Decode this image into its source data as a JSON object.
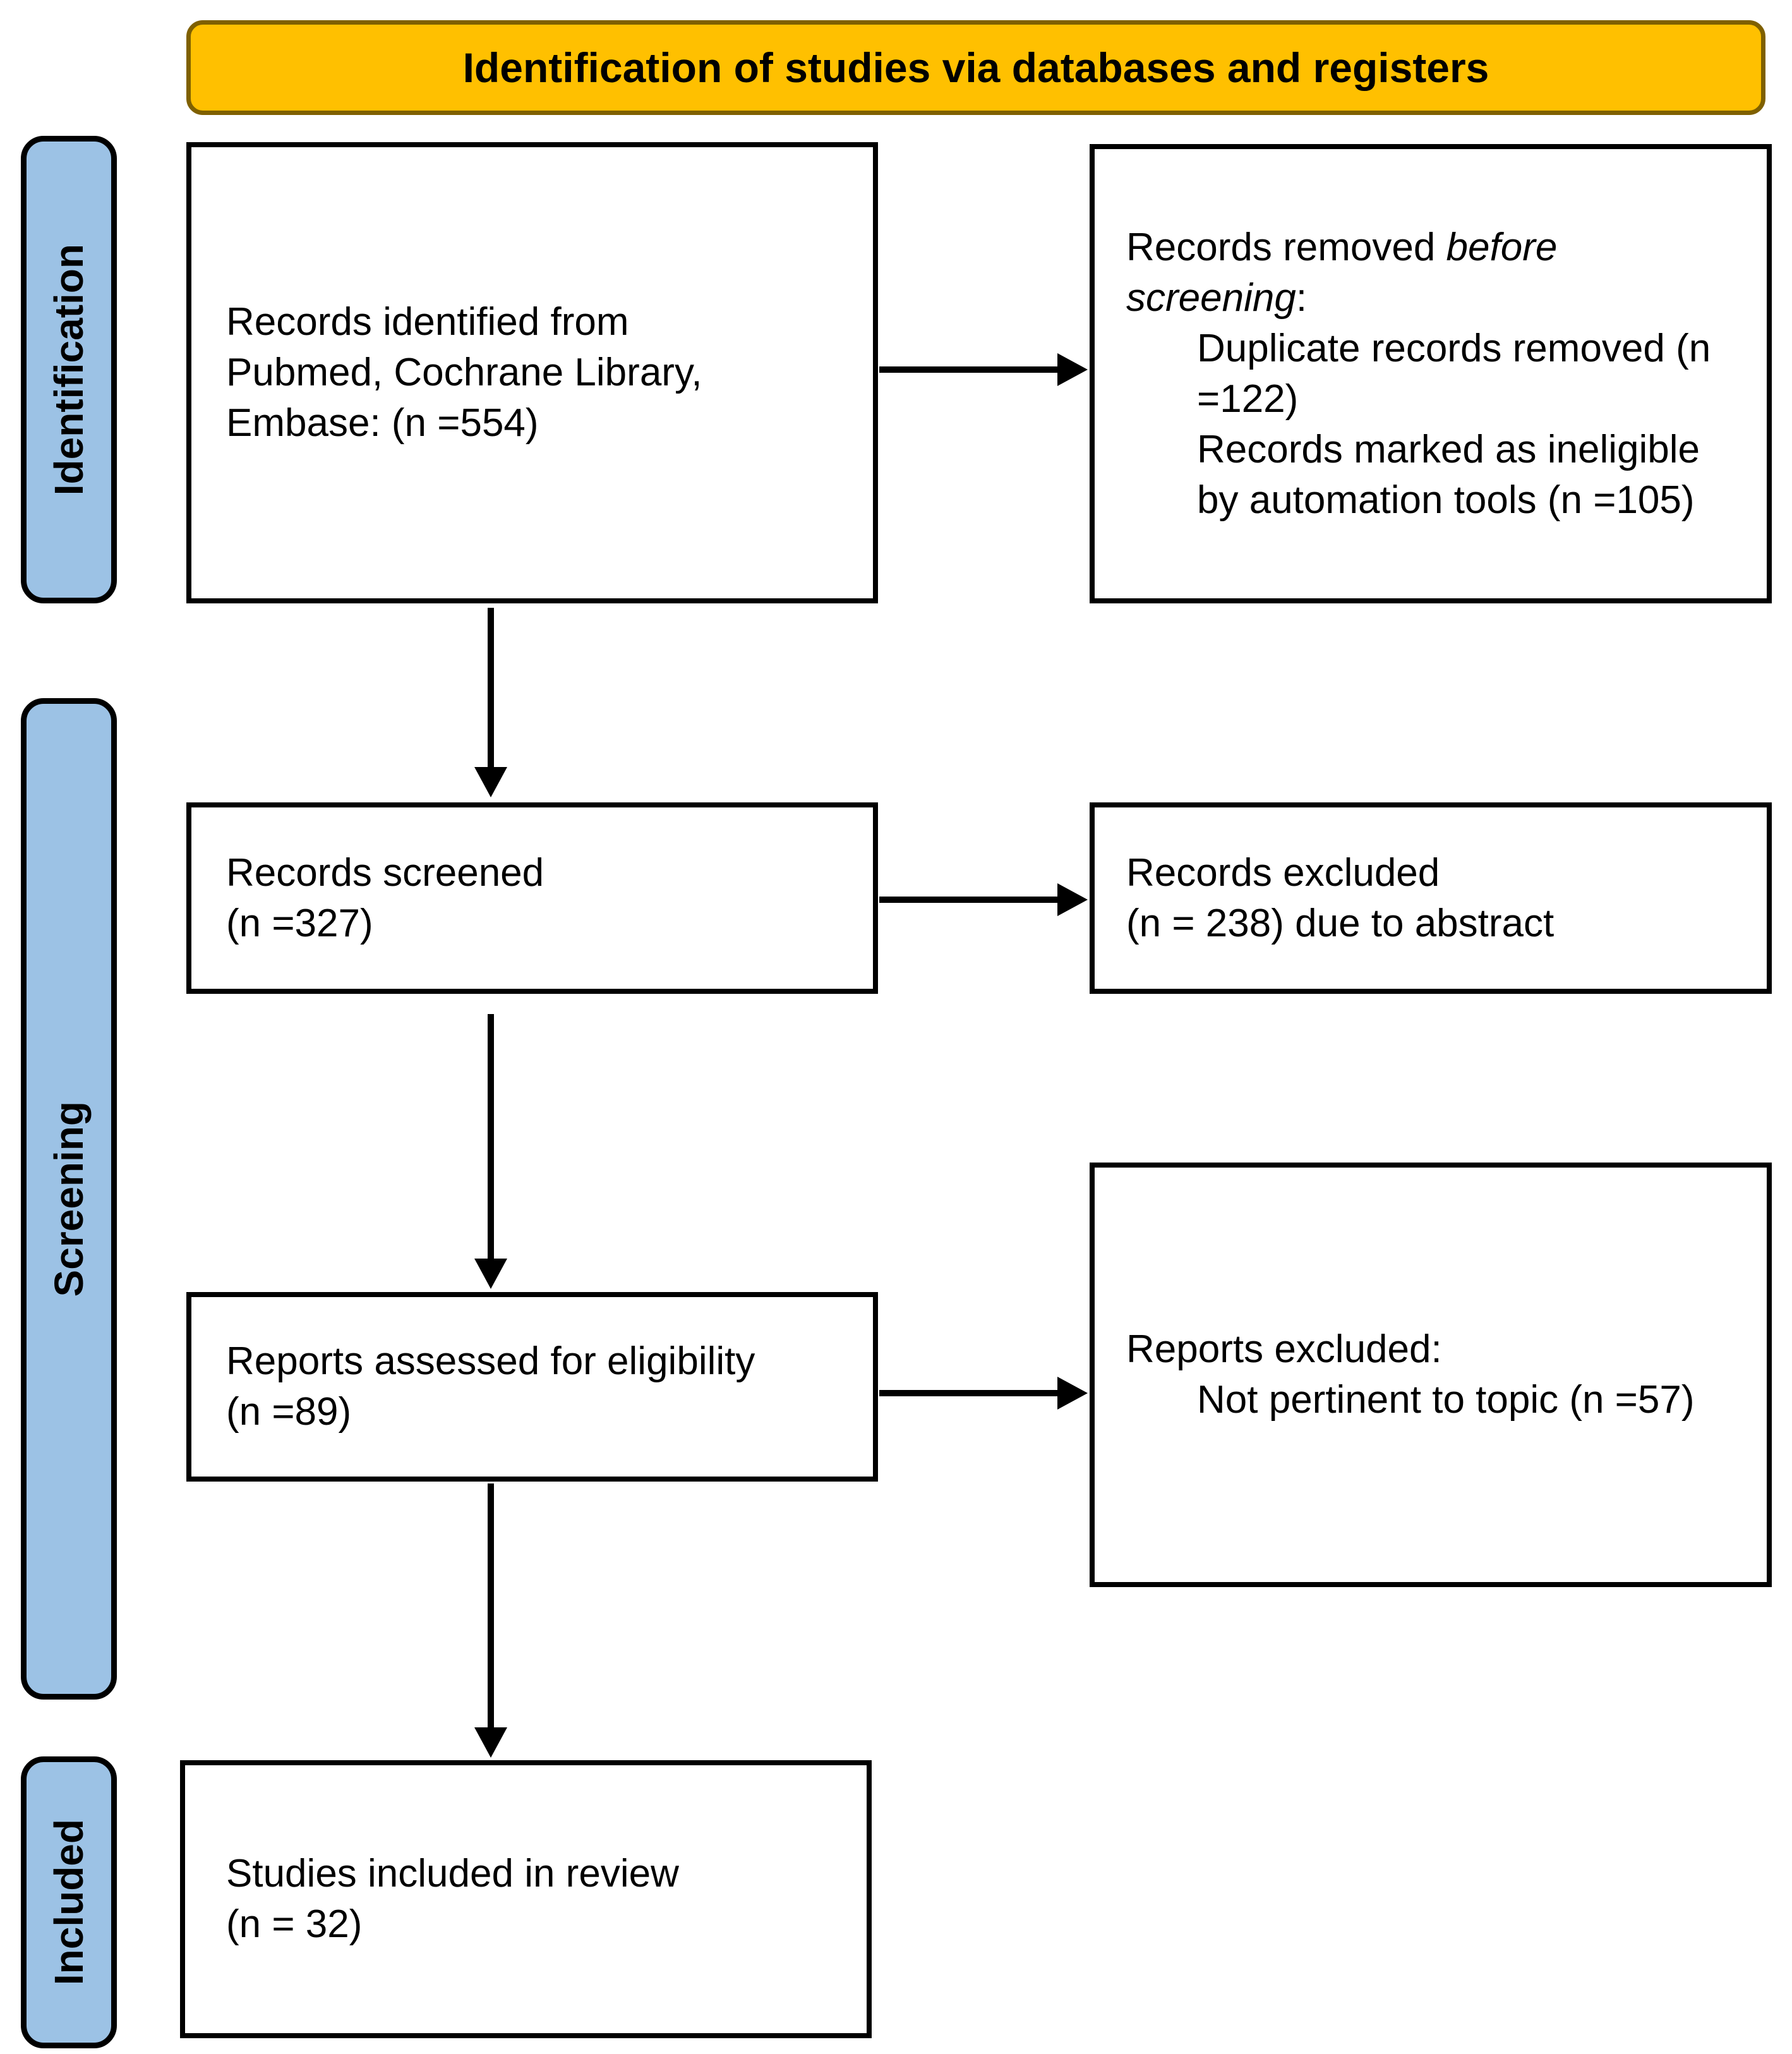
{
  "colors": {
    "banner_fill": "#FFC000",
    "banner_border": "#7F6000",
    "stage_fill": "#9CC2E5",
    "stage_border": "#000000",
    "box_border": "#000000",
    "arrow": "#000000",
    "background": "#FFFFFF"
  },
  "banner": {
    "title": "Identification of studies via databases and registers"
  },
  "stages": [
    {
      "label": "Identification"
    },
    {
      "label": "Screening"
    },
    {
      "label": "Included"
    }
  ],
  "boxes": {
    "records_identified": {
      "lines": [
        "Records identified from",
        "Pubmed, Cochrane Library,",
        "Embase: (n =554)"
      ]
    },
    "records_removed": {
      "line1_normal": "Records removed ",
      "line1_italic": "before",
      "line2_italic": "screening",
      "line2_normal": ":",
      "items": [
        "Duplicate records removed (n",
        "=122)",
        "Records marked as ineligible",
        "by automation tools (n =105)"
      ]
    },
    "records_screened": {
      "lines": [
        "Records screened",
        "(n =327)"
      ]
    },
    "records_excluded": {
      "lines": [
        "Records excluded",
        "(n = 238) due to abstract"
      ]
    },
    "reports_assessed": {
      "lines": [
        "Reports assessed for eligibility",
        "(n =89)"
      ]
    },
    "reports_excluded": {
      "title": "Reports excluded:",
      "items": [
        "Not pertinent to topic (n =57)"
      ]
    },
    "studies_included": {
      "lines": [
        "Studies included in review",
        "(n = 32)"
      ]
    }
  }
}
